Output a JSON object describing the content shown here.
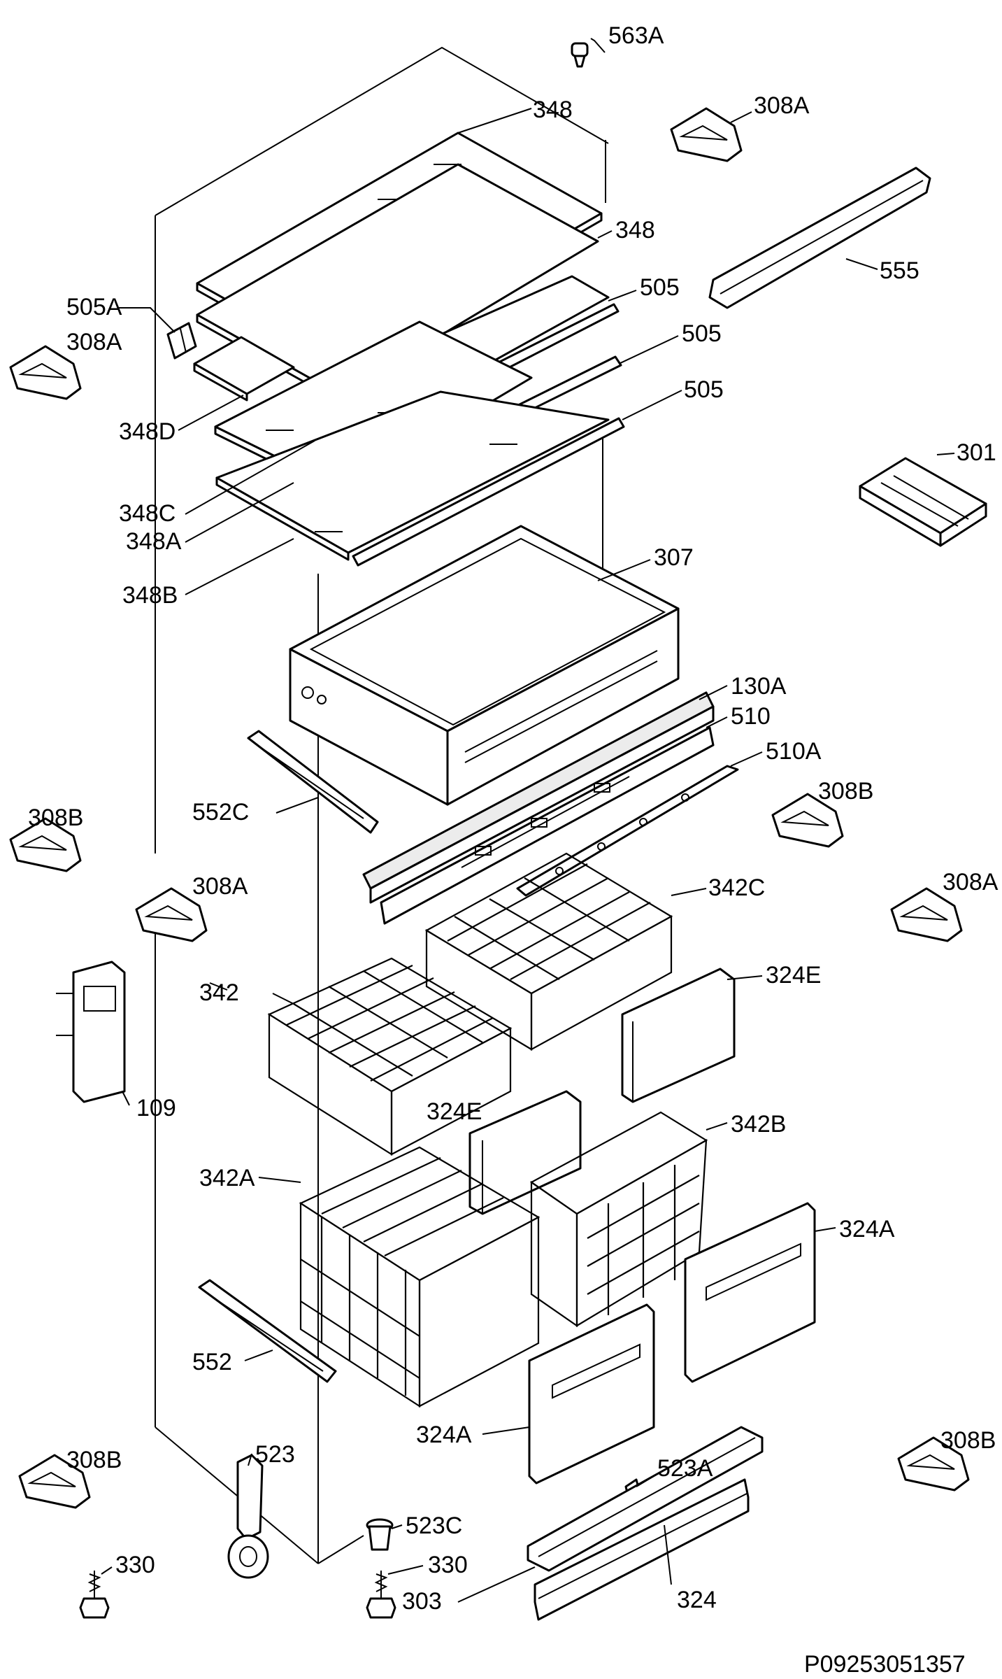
{
  "labels": {
    "l563A": "563A",
    "l348top": "348",
    "l308A_tr": "308A",
    "l348b": "348",
    "l555": "555",
    "l505A": "505A",
    "l505a": "505",
    "l505b": "505",
    "l505c": "505",
    "l308A_l": "308A",
    "l348D": "348D",
    "l301": "301",
    "l348C": "348C",
    "l348A": "348A",
    "l348B": "348B",
    "l307": "307",
    "l130A": "130A",
    "l510": "510",
    "l510A": "510A",
    "l552C": "552C",
    "l308B_r": "308B",
    "l308B_l": "308B",
    "l308A_m": "308A",
    "l342C": "342C",
    "l308A_r": "308A",
    "l342": "342",
    "l324E_r": "324E",
    "l109": "109",
    "l324E_m": "324E",
    "l342B": "342B",
    "l342A": "342A",
    "l324A_r": "324A",
    "l552": "552",
    "l324A_m": "324A",
    "l523A": "523A",
    "l523": "523",
    "l308B_bl": "308B",
    "l308B_br": "308B",
    "l523C": "523C",
    "l330a": "330",
    "l330b": "330",
    "l303": "303",
    "l324": "324",
    "code": "P09253051357"
  }
}
